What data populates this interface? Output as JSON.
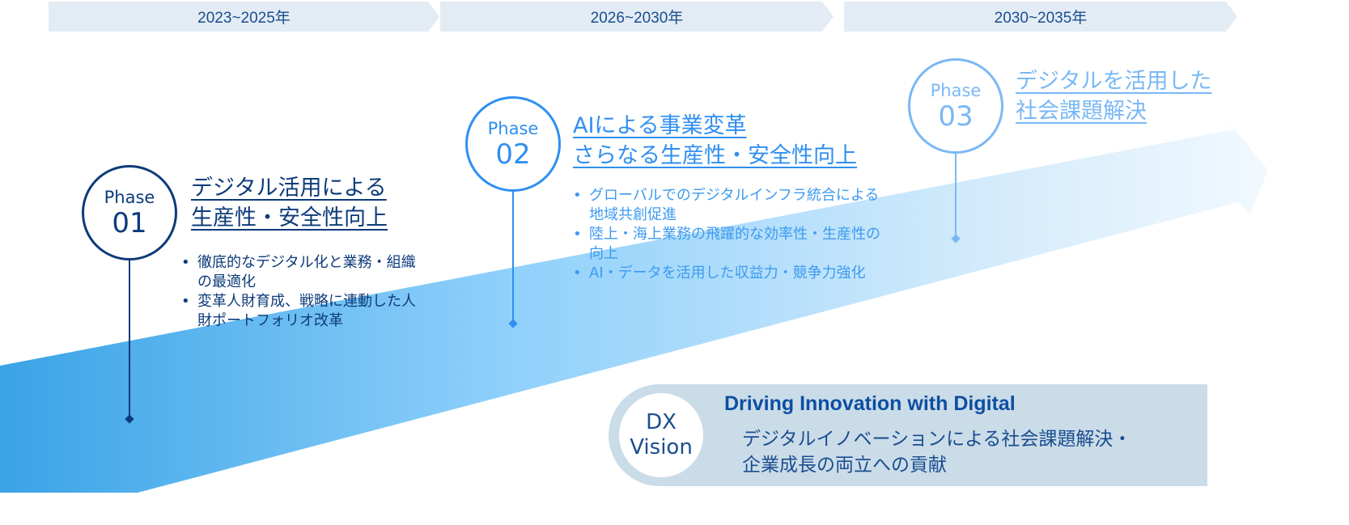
{
  "years": [
    "2023~2025年",
    "2026~2030年",
    "2030~2035年"
  ],
  "phases": [
    {
      "label": "Phase",
      "num": "01",
      "title": [
        "デジタル活用による",
        "生産性・安全性向上"
      ],
      "bullets": [
        "徹底的なデジタル化と業務・組織の最適化",
        "変革人財育成、戦略に連動した人財ポートフォリオ改革"
      ],
      "color": "#0d3b7a"
    },
    {
      "label": "Phase",
      "num": "02",
      "title": [
        "AIによる事業変革",
        "さらなる生産性・安全性向上"
      ],
      "bullets": [
        "グローバルでのデジタルインフラ統合による地域共創促進",
        "陸上・海上業務の飛躍的な効率性・生産性の向上",
        "AI・データを活用した収益力・競争力強化"
      ],
      "color": "#2f8ff0"
    },
    {
      "label": "Phase",
      "num": "03",
      "title": [
        "デジタルを活用した",
        "社会課題解決"
      ],
      "color": "#7ab8f5"
    }
  ],
  "vision": {
    "badge1": "DX",
    "badge2": "Vision",
    "heading": "Driving Innovation with Digital",
    "line1": "デジタルイノベーションによる社会課題解決・",
    "line2": "企業成長の両立への貢献"
  }
}
